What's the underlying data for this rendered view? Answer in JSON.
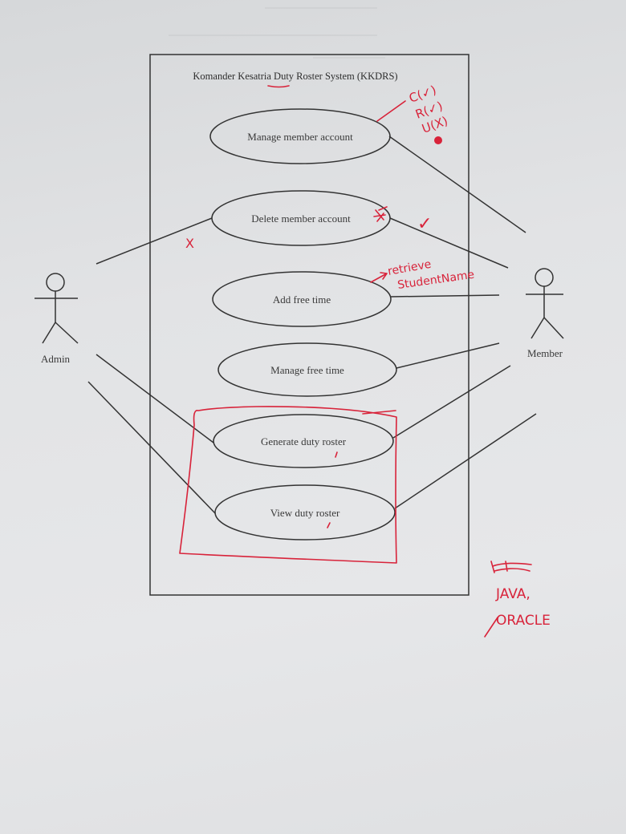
{
  "system": {
    "title": "Komander Kesatria Duty Roster System (KKDRS)"
  },
  "actors": {
    "admin": "Admin",
    "member": "Member"
  },
  "use_cases": [
    "Manage member account",
    "Delete member account",
    "Add free time",
    "Manage free time",
    "Generate duty roster",
    "View duty roster"
  ],
  "annotations": {
    "crud_c": "C(✓)",
    "crud_r": "R(✓)",
    "crud_u": "U(X)",
    "delete_check": "✓",
    "admin_cross": "X",
    "retrieve_line1": "retrieve",
    "retrieve_line2": "StudentName",
    "tech_line1": "JAVA,",
    "tech_line2": "ORACLE"
  },
  "colors": {
    "ink": "#d8233a",
    "pen": "#333333"
  }
}
